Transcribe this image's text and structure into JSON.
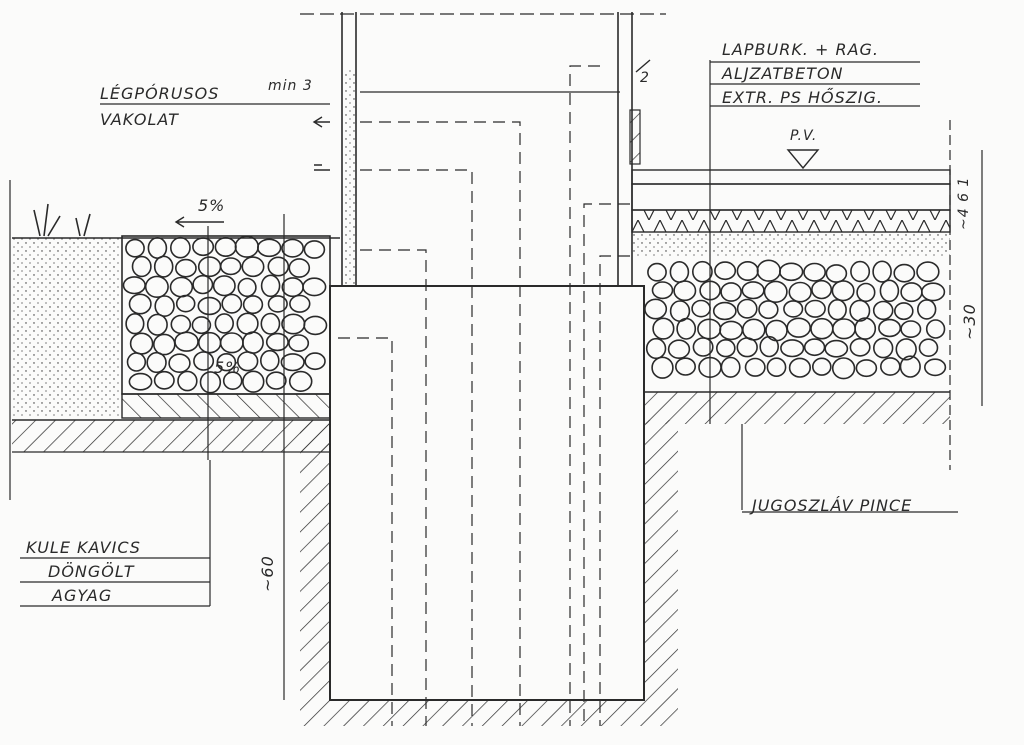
{
  "labels": {
    "plaster_line1": "LÉGPÓRUSOS",
    "plaster_line2": "VAKOLAT",
    "gap_min": "min 3",
    "gap_right": "2",
    "floor_1": "LAPBURK. + RAG.",
    "floor_2": "ALJZATBETON",
    "floor_3": "EXTR. PS HŐSZIG.",
    "membrane": "P.V.",
    "slope_top": "5%",
    "slope_bottom": "5%",
    "gravel_left_1": "KULE KAVICS",
    "gravel_left_2": "DÖNGÖLT",
    "gravel_left_3": "AGYAG",
    "dim_depth": "~60",
    "dim_gravel": "~30",
    "dim_floor": "~4 6 1",
    "right_label": "JUGOSZLÁV PINCE"
  },
  "colors": {
    "ink": "#2a2a2a",
    "paper": "#fbfbfa"
  }
}
